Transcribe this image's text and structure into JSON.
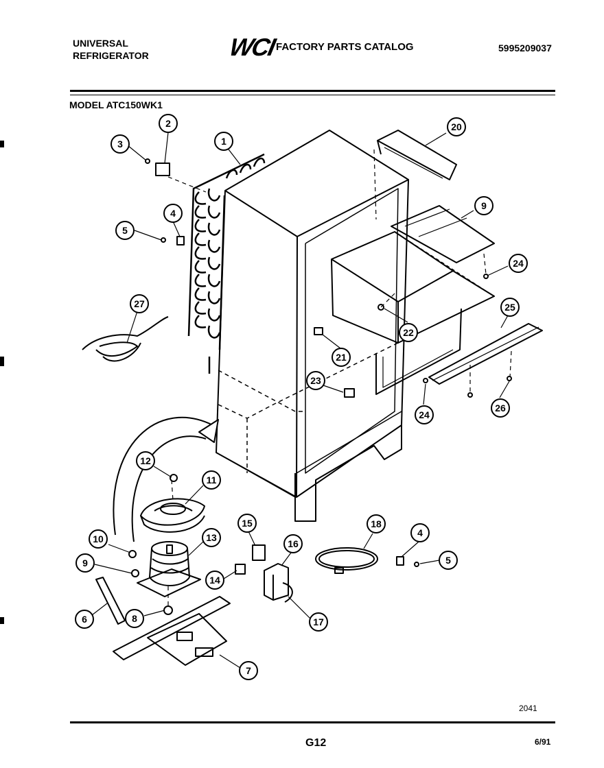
{
  "header": {
    "brand_line1": "UNIVERSAL",
    "brand_line2": "REFRIGERATOR",
    "logo": "WCI",
    "catalog_title": "FACTORY PARTS CATALOG",
    "catalog_number": "5995209037",
    "model": "MODEL ATC150WK1"
  },
  "callouts": [
    "1",
    "2",
    "3",
    "4",
    "5",
    "27",
    "20",
    "9",
    "24",
    "25",
    "22",
    "21",
    "23",
    "24",
    "26",
    "12",
    "11",
    "10",
    "13",
    "9",
    "15",
    "16",
    "18",
    "4",
    "5",
    "14",
    "6",
    "8",
    "17",
    "7"
  ],
  "footer": {
    "drawing_id": "2041",
    "page": "G12",
    "date": "6/91"
  }
}
